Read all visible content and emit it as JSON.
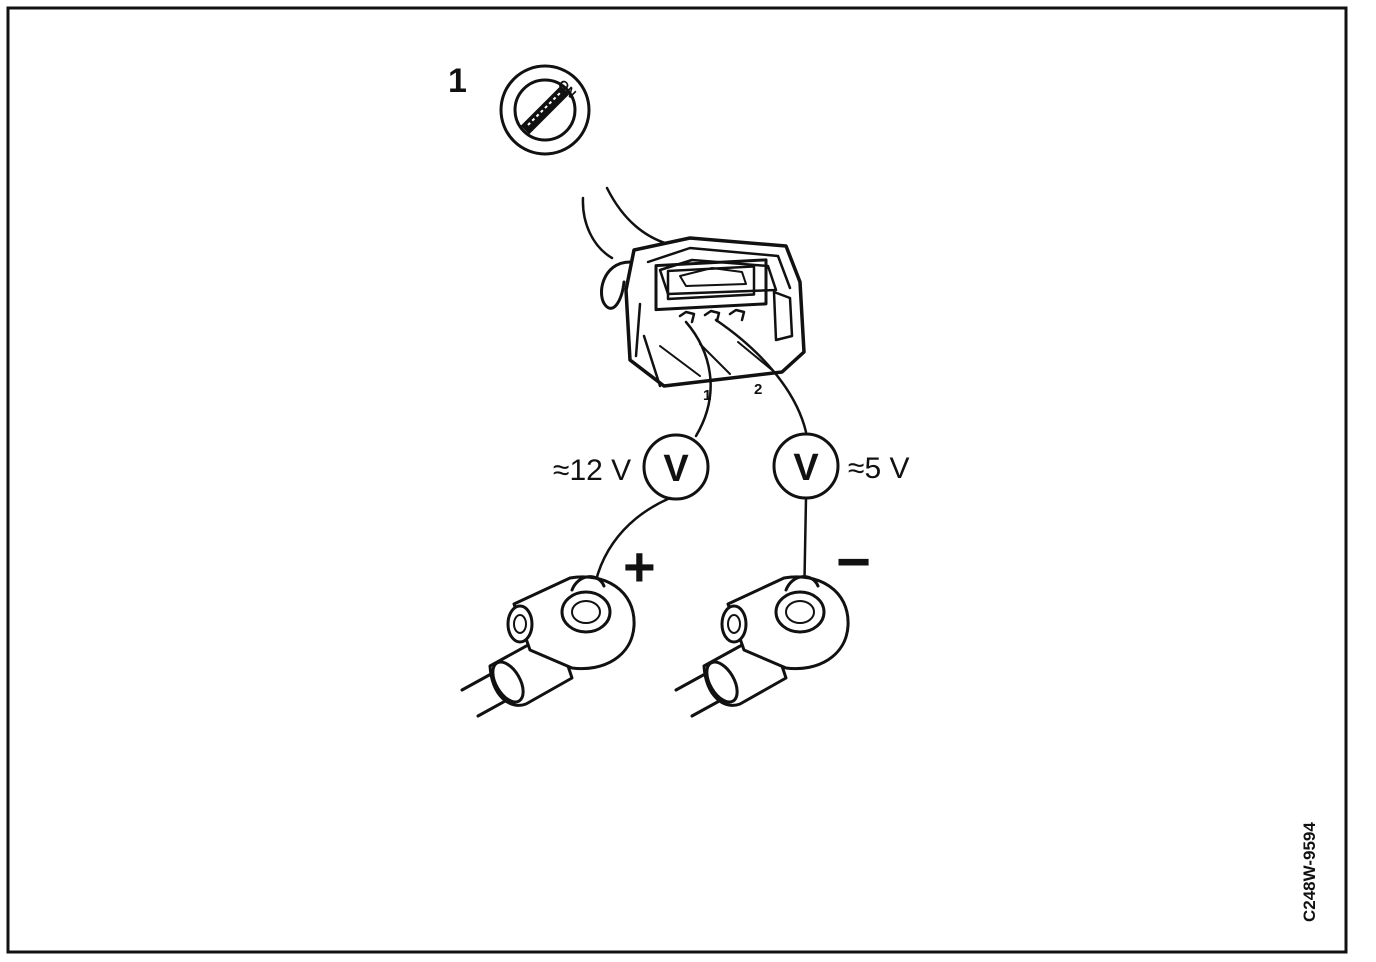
{
  "figure_code": "C248W-9594",
  "step_number": "1",
  "ignition": {
    "key_label": "ON",
    "icon": "ignition-key-icon"
  },
  "connector": {
    "icon": "electrical-connector-icon",
    "pin_1": "1",
    "pin_2": "2"
  },
  "meter_left": {
    "symbol": "V",
    "reading": "≈12 V",
    "icon": "voltmeter-icon"
  },
  "meter_right": {
    "symbol": "V",
    "reading": "≈5 V",
    "icon": "voltmeter-icon"
  },
  "probe_positive": {
    "sign": "+",
    "icon": "positive-test-probe-icon"
  },
  "probe_negative": {
    "sign": "−",
    "icon": "negative-test-probe-icon"
  },
  "colors": {
    "ink": "#111111",
    "paper": "#ffffff"
  }
}
